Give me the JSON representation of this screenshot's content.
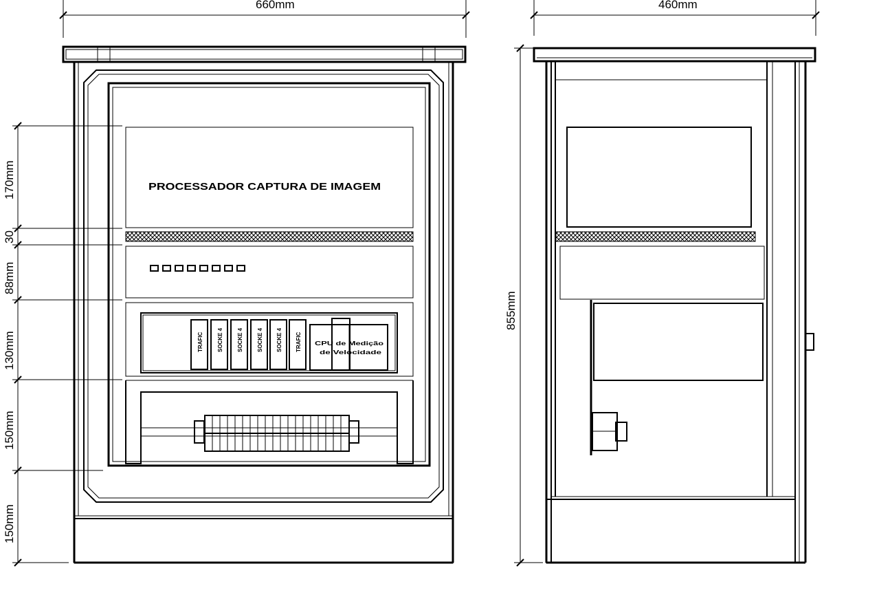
{
  "front_view": {
    "width_label": "660mm",
    "section_labels": {
      "s1": "170mm",
      "s2": "30",
      "s3": "88mm",
      "s4": "130mm",
      "s5": "150mm",
      "s6": "150mm"
    },
    "processor_title": "PROCESSADOR CAPTURA DE IMAGEM",
    "module_labels": [
      "TRAFIC",
      "SOCKE 4",
      "SOCKE 4",
      "SOCKE 4",
      "SOCKE 4",
      "TRAFIC"
    ],
    "cpu_box": {
      "line1": "CPU de Medição",
      "line2": "de Velocidade"
    }
  },
  "side_view": {
    "width_label": "460mm",
    "height_label": "855mm"
  }
}
